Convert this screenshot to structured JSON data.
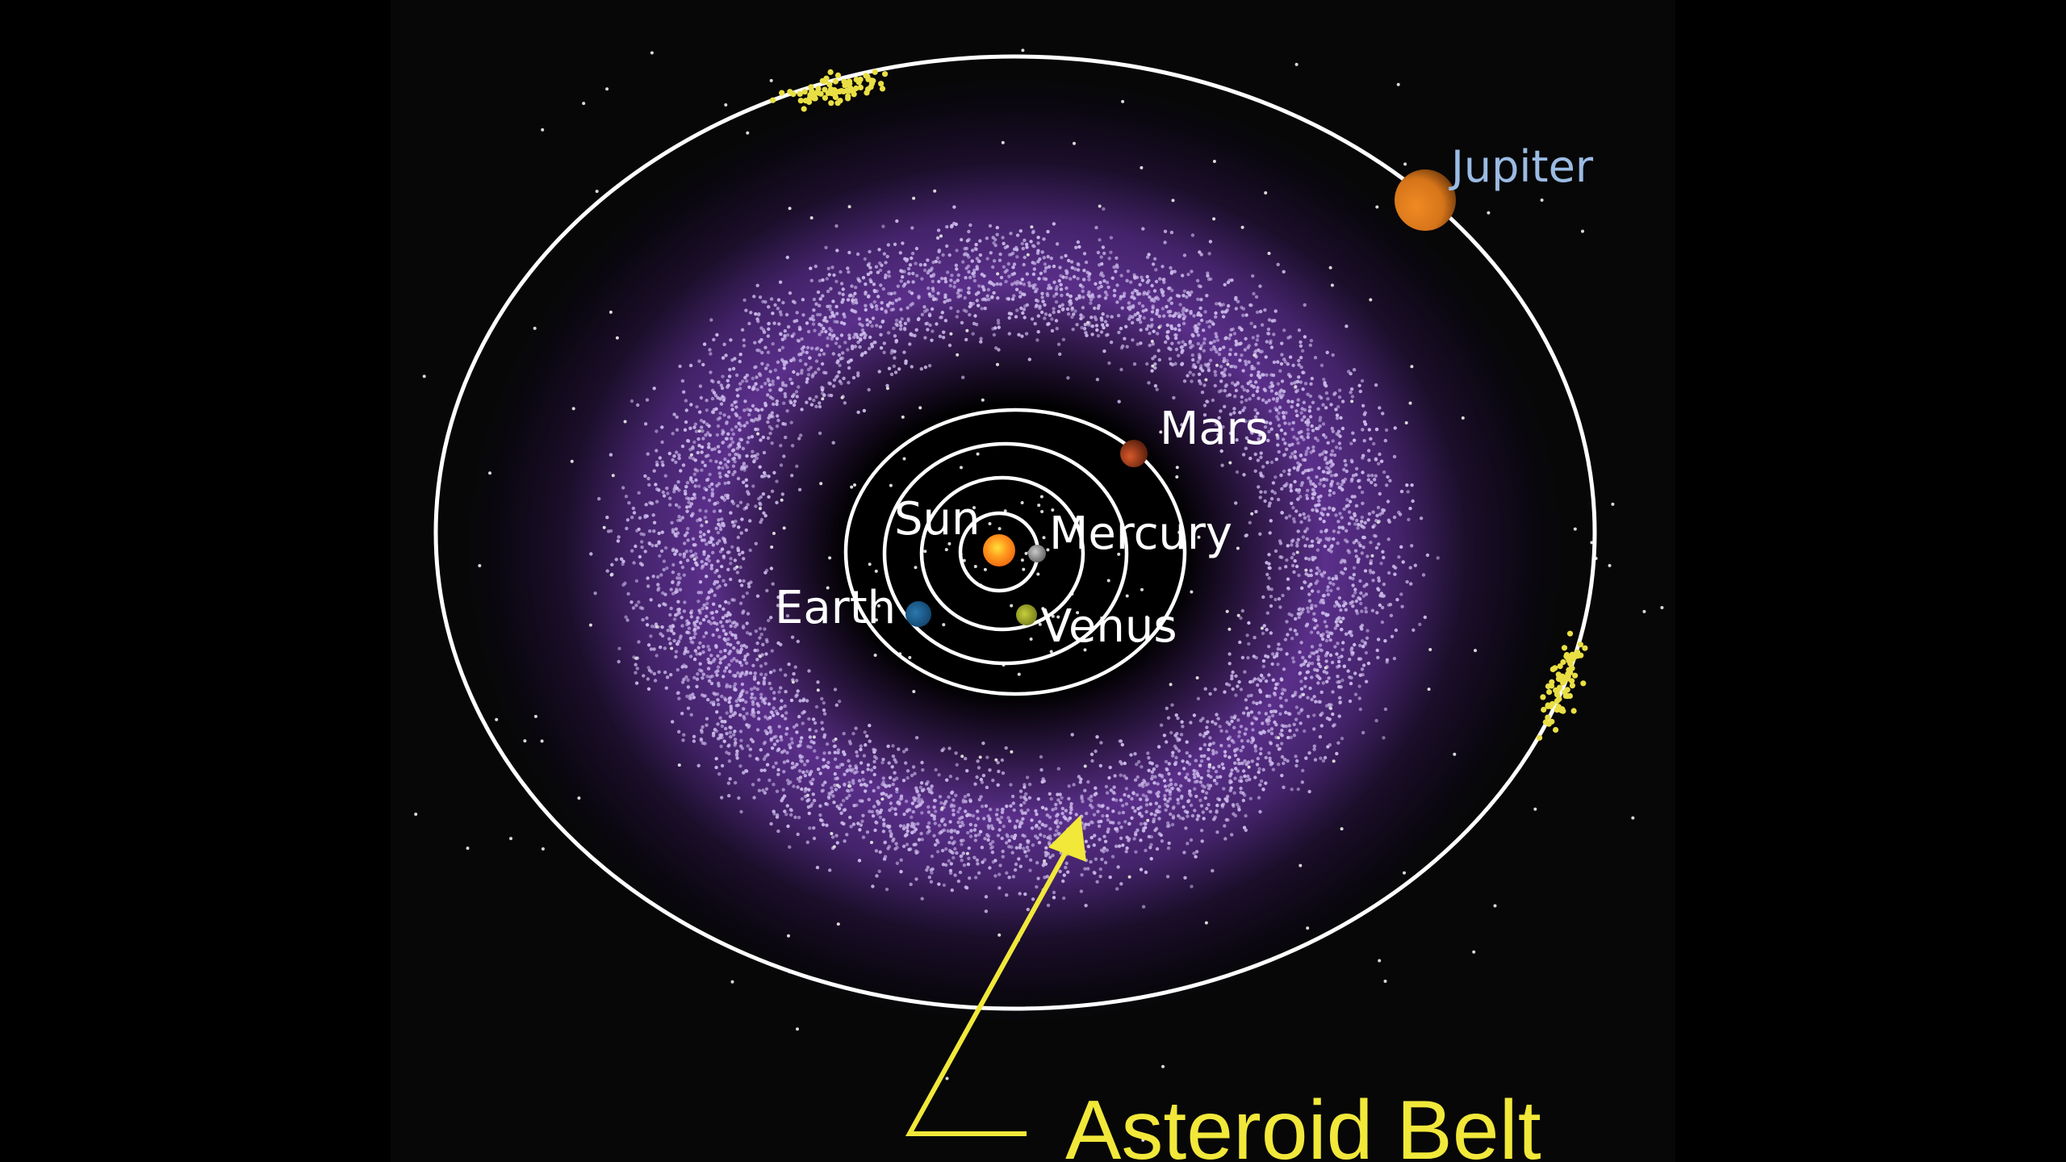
{
  "title": "Asteroid Belt",
  "colors": {
    "background": "#000000",
    "panel": "#070707",
    "orbit": "#ffffff",
    "belt_glow": "#5a2f8a",
    "belt_dots": "#c8b6e6",
    "trojans": "#e9df44",
    "stars": "#d8d8d8",
    "arrow": "#f1e83a",
    "belt_label": "#f1e83a",
    "jupiter_label": "#9bbbe3"
  },
  "sun": {
    "label": "Sun",
    "color": "#ff8a1c",
    "core": "#ffd23a"
  },
  "planets": [
    {
      "name": "Mercury",
      "label": "Mercury",
      "color": "#9a9a9a"
    },
    {
      "name": "Venus",
      "label": "Venus",
      "color": "#a9b22a"
    },
    {
      "name": "Earth",
      "label": "Earth",
      "color": "#1d5f93"
    },
    {
      "name": "Mars",
      "label": "Mars",
      "color": "#b8421e"
    },
    {
      "name": "Jupiter",
      "label": "Jupiter",
      "color": "#d87a1a"
    }
  ],
  "annotation": {
    "label": "Asteroid Belt",
    "arrow_target": "asteroid belt"
  },
  "trojan_groups": [
    {
      "name": "leading-trojans",
      "position": "upper-left on Jupiter orbit"
    },
    {
      "name": "trailing-trojans",
      "position": "right side on Jupiter orbit"
    }
  ]
}
